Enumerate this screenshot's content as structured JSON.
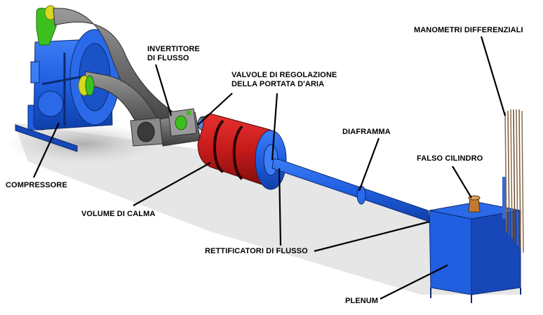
{
  "labels": {
    "invertitore": [
      "INVERTITORE",
      "DI FLUSSO"
    ],
    "valvole": [
      "VALVOLE DI REGOLAZIONE",
      "DELLA PORTATA D'ARIA"
    ],
    "manometri": "MANOMETRI DIFFERENZIALI",
    "diaframma": "DIAFRAMMA",
    "falso_cilindro": "FALSO CILINDRO",
    "compressore": "COMPRESSORE",
    "volume_calma": "VOLUME DI CALMA",
    "rettificatori": "RETTIFICATORI DI FLUSSO",
    "plenum": "PLENUM"
  },
  "colors": {
    "blue": "#1f5fe0",
    "blue_dark": "#123d9a",
    "grey_pipe": "#6e6e6e",
    "red": "#c41a1a",
    "green": "#3cc01e",
    "yellow": "#d8d81e",
    "copper": "#c07a30"
  }
}
